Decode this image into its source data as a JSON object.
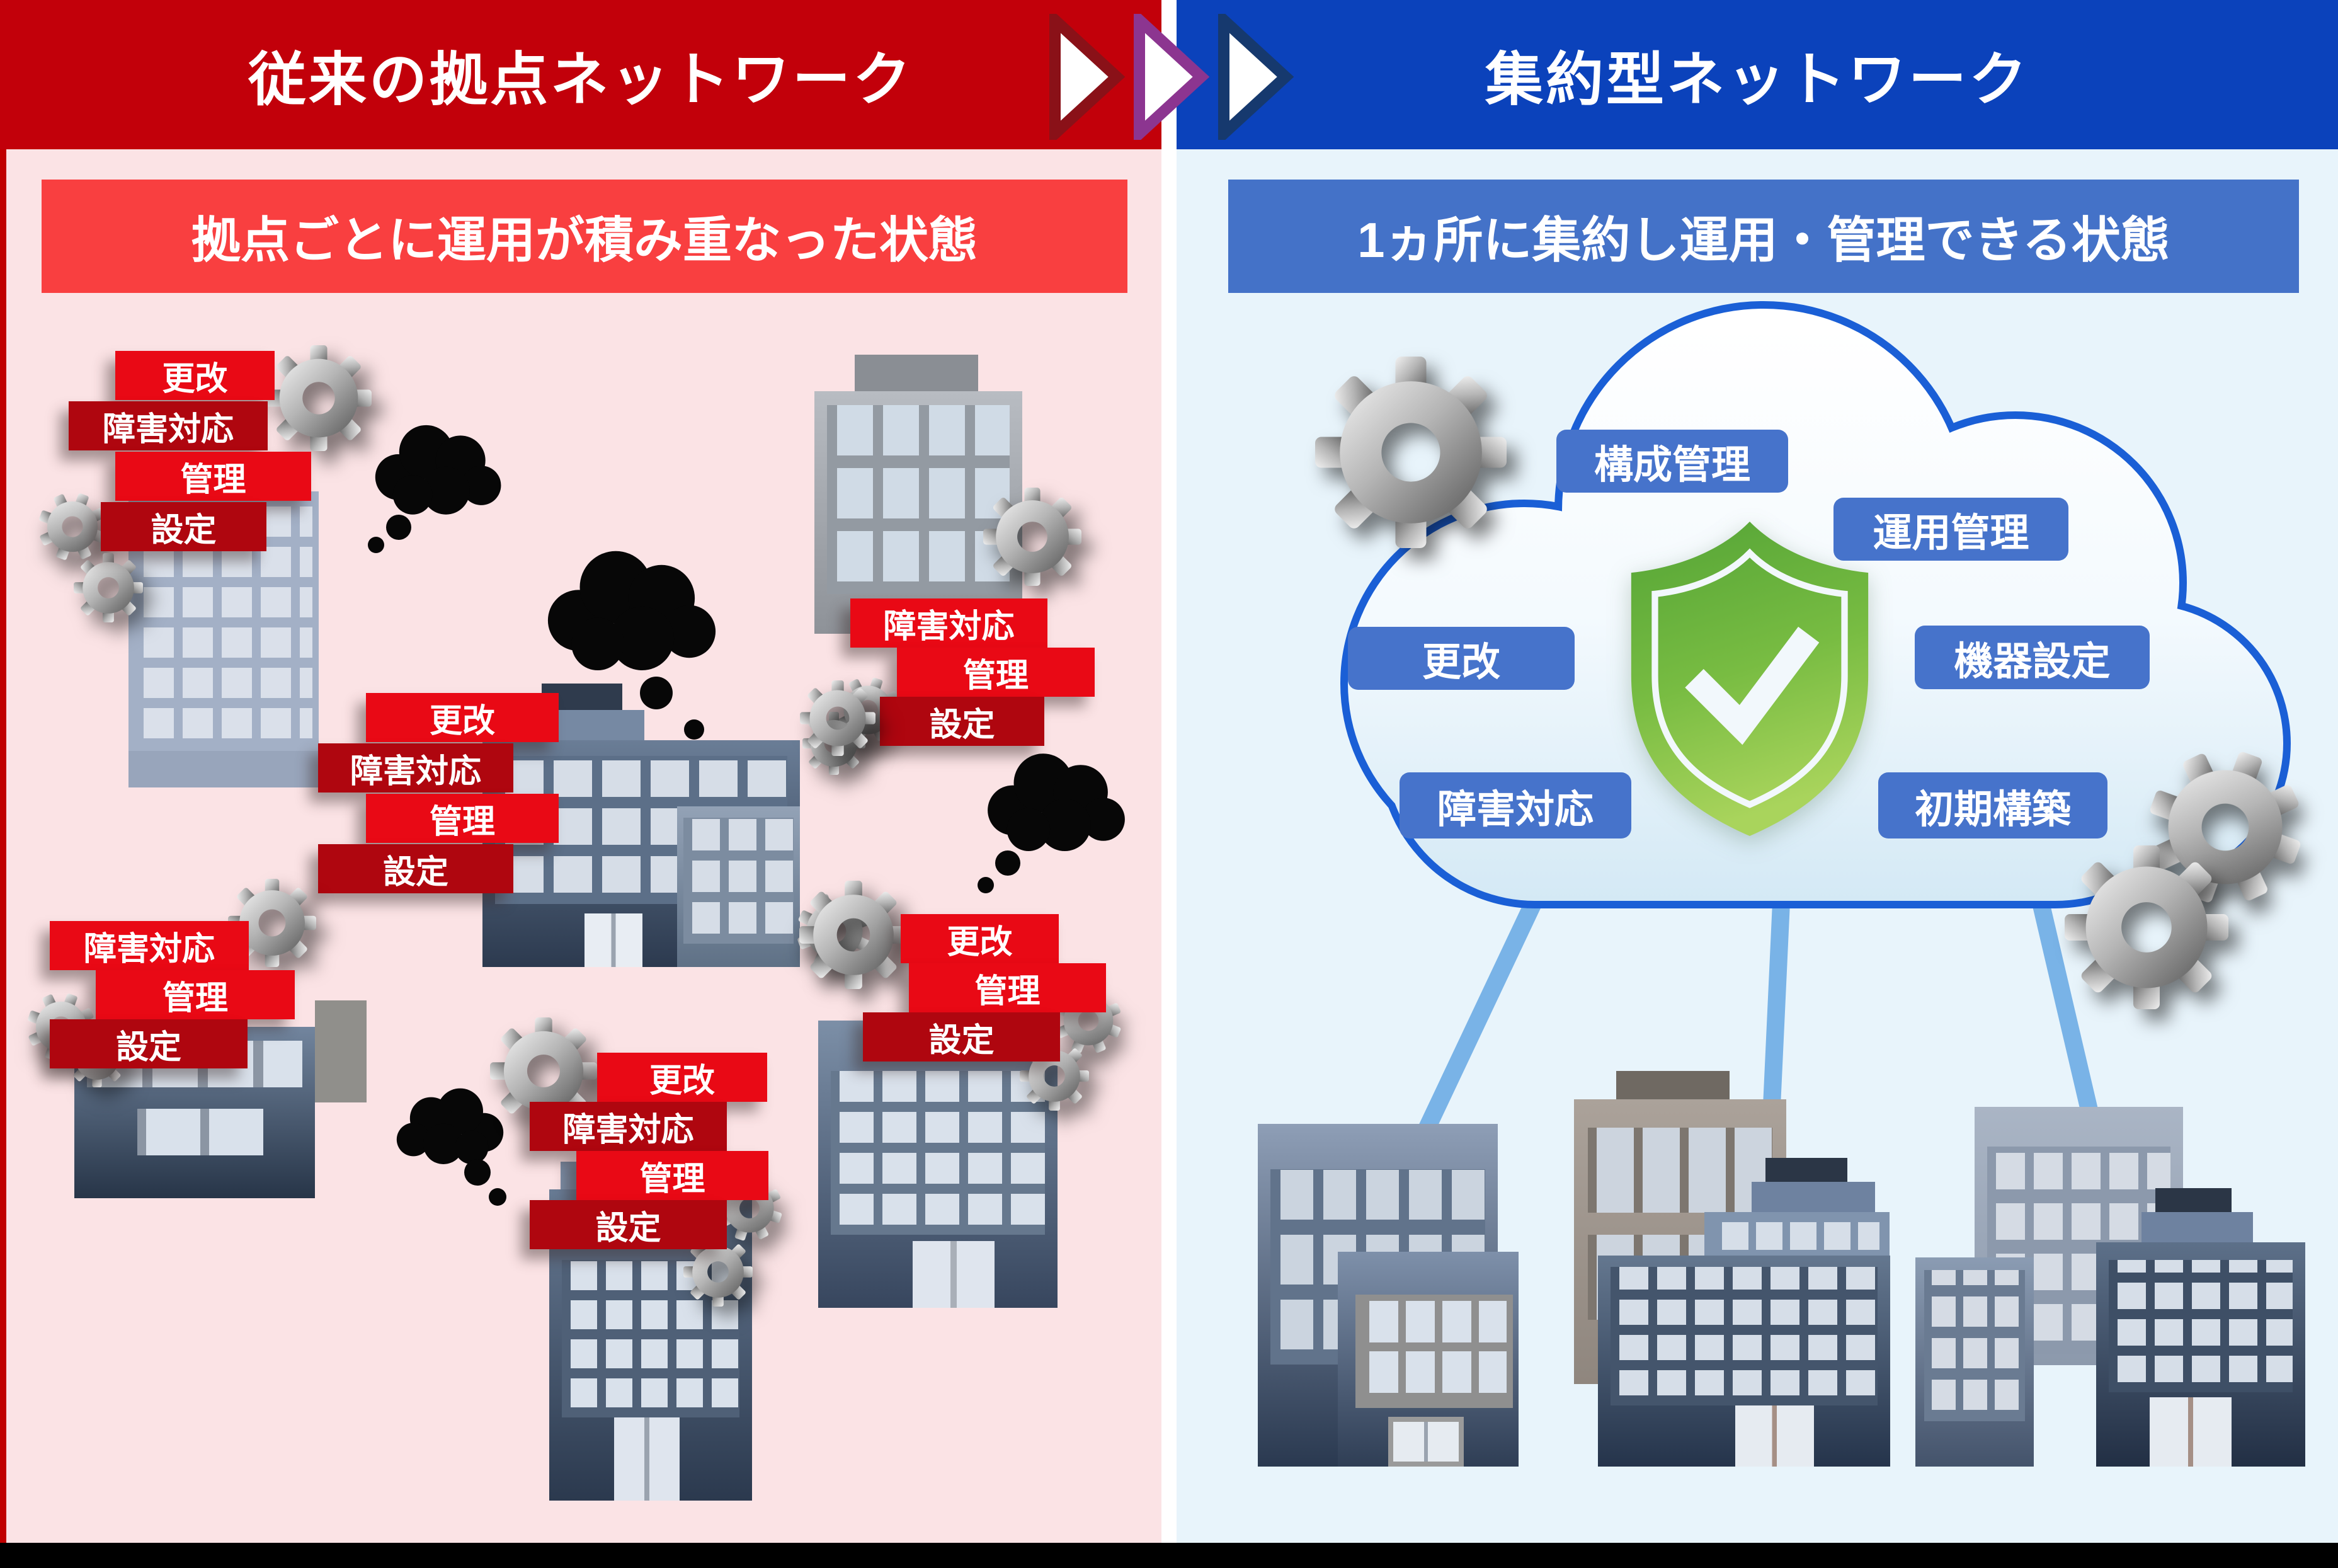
{
  "left_panel": {
    "header": "従来の拠点ネットワーク",
    "banner": "拠点ごとに運用が積み重なった状態",
    "clusters": [
      {
        "name": "top-left-site",
        "labels": [
          "更改",
          "障害対応",
          "管理",
          "設定"
        ]
      },
      {
        "name": "upper-right-site",
        "labels": [
          "障害対応",
          "管理",
          "設定"
        ]
      },
      {
        "name": "center-site",
        "labels": [
          "更改",
          "障害対応",
          "管理",
          "設定"
        ]
      },
      {
        "name": "lower-left-site",
        "labels": [
          "障害対応",
          "管理",
          "設定"
        ]
      },
      {
        "name": "bottom-center-site",
        "labels": [
          "更改",
          "障害対応",
          "管理",
          "設定"
        ]
      },
      {
        "name": "mid-right-site",
        "labels": [
          "更改",
          "管理",
          "設定"
        ]
      }
    ]
  },
  "right_panel": {
    "header": "集約型ネットワーク",
    "banner": "1ヵ所に集約し運用・管理できる状態",
    "cloud_labels": [
      "構成管理",
      "運用管理",
      "更改",
      "機器設定",
      "障害対応",
      "初期構築"
    ]
  },
  "icons": {
    "gear": "gear-icon",
    "thought_cloud": "smoke-thought-cloud-icon",
    "shield": "shield-check-icon",
    "arrows": "triple-play-arrow-icon",
    "building": "office-building-icon",
    "cloud": "network-cloud-icon"
  },
  "colors": {
    "left_header_bg": "#C2000A",
    "left_banner_bg": "#F93F40",
    "left_bg": "#FBE3E5",
    "label_red_bright": "#E90915",
    "label_red_dark": "#AF060F",
    "right_header_bg": "#0B42BB",
    "right_banner_bg": "#4472C8",
    "right_bg": "#E8F4FB",
    "tag_blue": "#4673CB",
    "cloud_border": "#1A5FD6",
    "connector_blue": "#79B3E7",
    "shield_green_top": "#54A436",
    "shield_green_bottom": "#A9D45C",
    "arrow_outline_red": "#8A1118",
    "arrow_outline_purple": "#8C3590",
    "arrow_outline_navy": "#16396E"
  }
}
